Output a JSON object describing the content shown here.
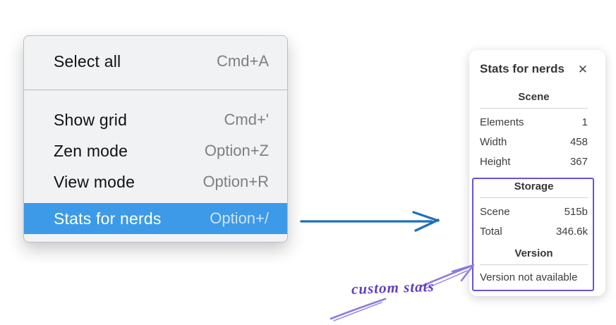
{
  "menu": {
    "items": [
      {
        "label": "Select all",
        "shortcut": "Cmd+A"
      },
      {
        "label": "Show grid",
        "shortcut": "Cmd+'"
      },
      {
        "label": "Zen mode",
        "shortcut": "Option+Z"
      },
      {
        "label": "View mode",
        "shortcut": "Option+R"
      },
      {
        "label": "Stats for nerds",
        "shortcut": "Option+/",
        "active": true
      }
    ]
  },
  "stats_panel": {
    "title": "Stats for nerds",
    "close_icon": "✕",
    "sections": [
      {
        "heading": "Scene",
        "rows": [
          [
            "Elements",
            "1"
          ],
          [
            "Width",
            "458"
          ],
          [
            "Height",
            "367"
          ]
        ]
      },
      {
        "heading": "Storage",
        "rows": [
          [
            "Scene",
            "515b"
          ],
          [
            "Total",
            "346.6k"
          ]
        ]
      },
      {
        "heading": "Version",
        "note": "Version not available"
      }
    ]
  },
  "annotation": {
    "label": "custom stats"
  },
  "colors": {
    "menu_highlight": "#3d9ae8",
    "menu_background": "#f1f2f4",
    "connector_arrow_blue": "#1c70ba",
    "annotation_purple": "#6a52d4",
    "annotation_text_purple": "#5f3dc4"
  }
}
